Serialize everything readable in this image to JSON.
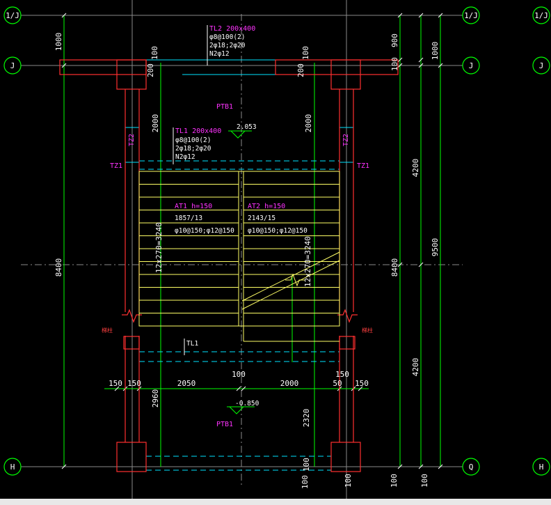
{
  "colors": {
    "background": "#000000",
    "column": "#ff3030",
    "beam": "#00e5ff",
    "stair": "#ffff66",
    "grid": "#00ff00",
    "dimension": "#ffffff",
    "label": "#ff33ff",
    "axis_line": "#8a8a8a"
  },
  "axes": {
    "left_top": "1/J",
    "right_top": "1/J",
    "far_right_top": "1/J",
    "left_j": "J",
    "right_j": "J",
    "far_right_j": "J",
    "left_bottom": "H",
    "right_bottom": "Q",
    "far_right_bottom": "H"
  },
  "beams": {
    "tl2": {
      "size": "TL2 200x400",
      "stirrup": "φ8@100(2)",
      "bars": "2φ18;2φ20",
      "waist": "N2φ12"
    },
    "tl1": {
      "size": "TL1 200x400",
      "stirrup": "φ8@100(2)",
      "bars": "2φ18;2φ20",
      "waist": "N2φ12"
    },
    "tl1_lower": "TL1"
  },
  "labels": {
    "ptb1_top": "PTB1",
    "ptb1_bottom": "PTB1",
    "tz1_left": "TZ1",
    "tz1_right": "TZ1",
    "tz2_left": "TZ2",
    "tz2_right": "TZ2",
    "note_left": "梯柱",
    "note_right": "梯柱"
  },
  "flights": {
    "at1": {
      "name": "AT1 h=150",
      "steps": "1857/13",
      "rebar": "φ10@150;φ12@150"
    },
    "at2": {
      "name": "AT2 h=150",
      "steps": "2143/15",
      "rebar": "φ10@150;φ12@150"
    },
    "run_left": "12x270=3240",
    "run_right": "12x270=3240"
  },
  "elevations": {
    "top": "2.053",
    "bottom": "-0.850"
  },
  "dimensions": {
    "left_top": "1000",
    "left_total": "8400",
    "right_900": "900",
    "right_1000": "1000",
    "right_100_a": "100",
    "right_4200_top": "4200",
    "right_8400": "8400",
    "right_9500": "9500",
    "right_4200_bottom": "4200",
    "top_100_left": "100",
    "top_100_right": "100",
    "v_200_left": "200",
    "v_200_right": "200",
    "v_2000_left": "2000",
    "v_2000_right": "2000",
    "v_2960": "2960",
    "v_2320": "2320",
    "bottom_100_a": "100",
    "bottom_100_b": "100",
    "bottom_100_c": "100",
    "bottom_100_d": "100",
    "bottom_100_e": "100",
    "h_150_a": "150",
    "h_150_b": "150",
    "h_2050": "2050",
    "h_100": "100",
    "h_2000": "2000",
    "h_50": "50",
    "h_150_c": "150",
    "h_150_top": "150"
  }
}
